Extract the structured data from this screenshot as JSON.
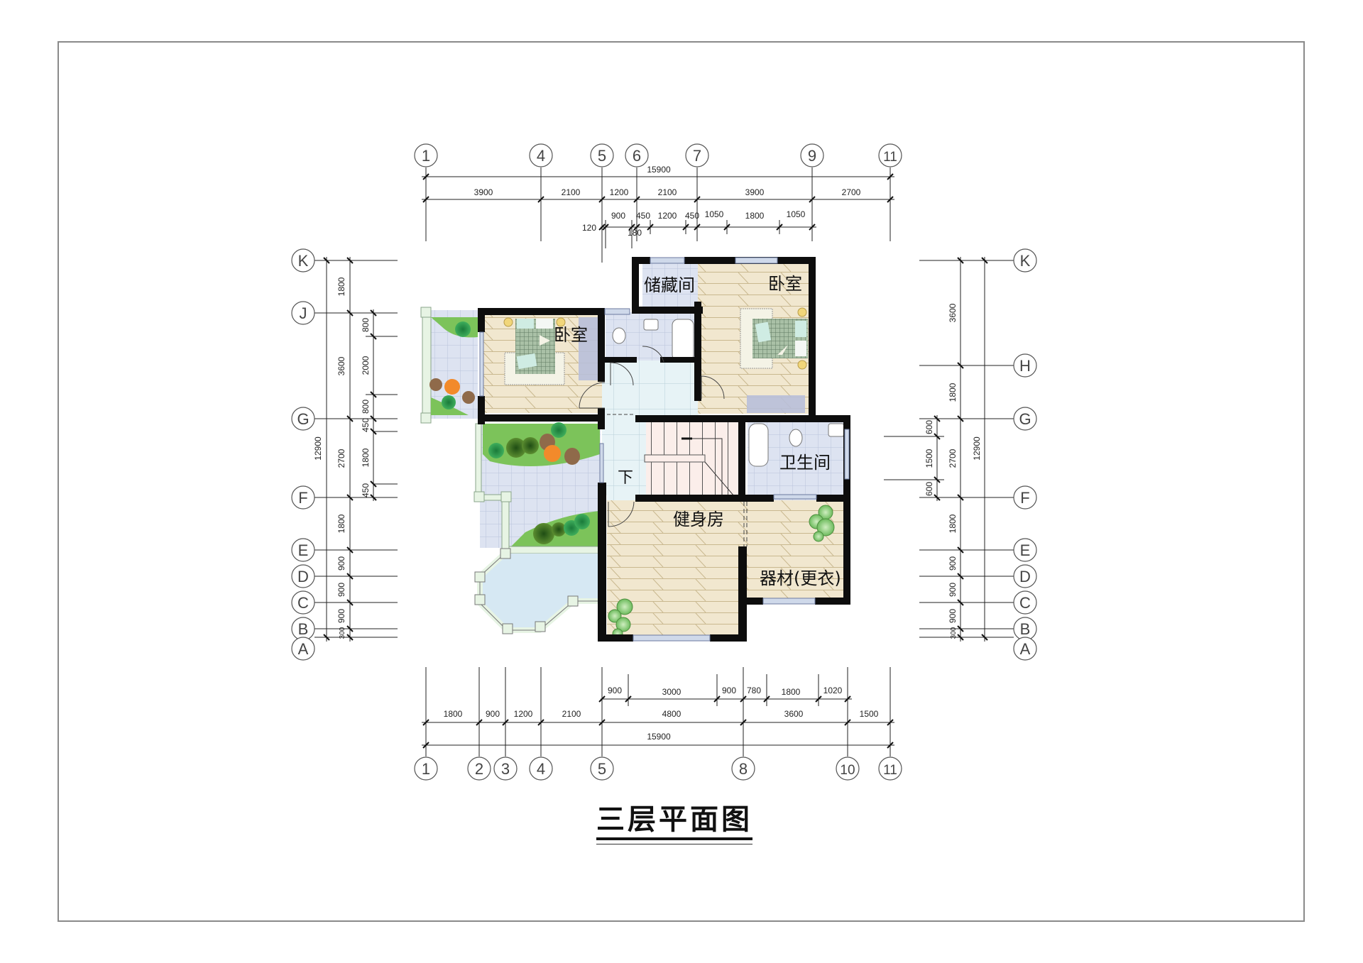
{
  "drawing": {
    "title": "三层平面图",
    "total_width": "15900",
    "total_depth": "12900"
  },
  "rooms": {
    "bedroom_left": "卧室",
    "bedroom_right": "卧室",
    "storage": "储藏间",
    "bathroom": "卫生间",
    "gym": "健身房",
    "equipment": "器材(更衣)",
    "stairs_down": "下"
  },
  "axes": {
    "top_labels": [
      "1",
      "4",
      "5",
      "6",
      "7",
      "9",
      "11"
    ],
    "bottom_labels": [
      "1",
      "2",
      "3",
      "4",
      "5",
      "8",
      "10",
      "11"
    ],
    "left_labels": [
      "K",
      "J",
      "G",
      "F",
      "E",
      "D",
      "C",
      "B",
      "A"
    ],
    "right_labels": [
      "K",
      "H",
      "G",
      "F",
      "E",
      "D",
      "C",
      "B",
      "A"
    ]
  },
  "dimensions": {
    "top_total": "15900",
    "top_row1": [
      "3900",
      "2100",
      "1200",
      "2100",
      "3900",
      "2700"
    ],
    "top_row2": [
      "120",
      "900",
      "180",
      "450",
      "1200",
      "450",
      "1050",
      "1800",
      "1050"
    ],
    "bottom_row1": [
      "900",
      "3000",
      "900",
      "780",
      "1800",
      "1020"
    ],
    "bottom_row2": [
      "1800",
      "900",
      "1200",
      "2100",
      "4800",
      "3600",
      "1500"
    ],
    "bottom_total": "15900",
    "left_outer": "12900",
    "left_mid": [
      "1800",
      "3600",
      "2700",
      "1800",
      "900",
      "900",
      "900",
      "300"
    ],
    "left_inner": [
      "800",
      "2000",
      "800",
      "450",
      "1800",
      "450"
    ],
    "right_outer": "12900",
    "right_mid": [
      "3600",
      "1800",
      "2700",
      "1800",
      "900",
      "900",
      "900",
      "300"
    ],
    "right_inner": [
      "600",
      "1500",
      "600"
    ]
  },
  "colors": {
    "wall": "#0d0d0d",
    "wood_floor": "#f1e7cf",
    "tile_floor": "#dde3f1",
    "hall_tile": "#e7f3f6",
    "stair_floor": "#fbeeea",
    "pool_water": "#d6e8f3",
    "terrace_edge": "#e7f4e4",
    "grass": "#7cc35a",
    "frame_border": "#8a8a8a"
  }
}
